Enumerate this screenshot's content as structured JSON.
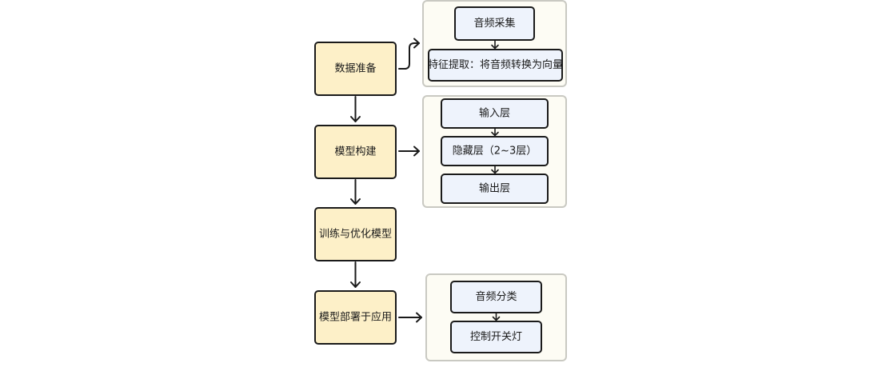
{
  "steps": [
    {
      "label": "数据准备"
    },
    {
      "label": "模型构建"
    },
    {
      "label": "训练与优化模型"
    },
    {
      "label": "模型部署于应用"
    }
  ],
  "groups": {
    "data_prep": {
      "items": [
        {
          "label": "音频采集"
        },
        {
          "label": "特征提取：将音频转换为向量"
        }
      ]
    },
    "model_build": {
      "items": [
        {
          "label": "输入层"
        },
        {
          "label": "隐藏层（2~3层）"
        },
        {
          "label": "输出层"
        }
      ]
    },
    "deploy": {
      "items": [
        {
          "label": "音频分类"
        },
        {
          "label": "控制开关灯"
        }
      ]
    }
  }
}
